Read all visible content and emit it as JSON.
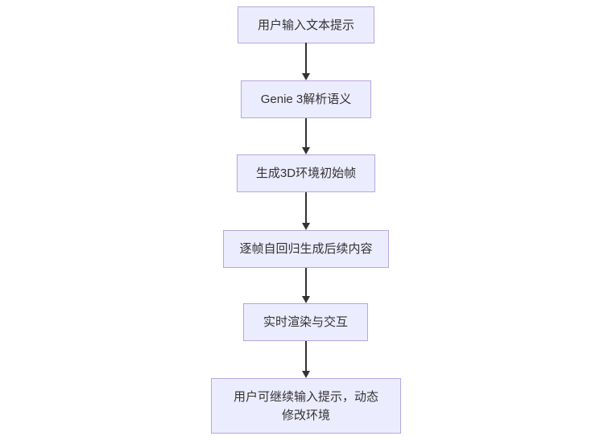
{
  "diagram": {
    "type": "flowchart",
    "direction": "top-down",
    "nodes": [
      {
        "label": "用户输入文本提示",
        "lines": [
          "用户输入文本提示"
        ]
      },
      {
        "label": "Genie 3解析语义",
        "lines": [
          "Genie 3解析语义"
        ]
      },
      {
        "label": "生成3D环境初始帧",
        "lines": [
          "生成3D环境初始帧"
        ]
      },
      {
        "label": "逐帧自回归生成后续内容",
        "lines": [
          "逐帧自回归生成后续内容"
        ]
      },
      {
        "label": "实时渲染与交互",
        "lines": [
          "实时渲染与交互"
        ]
      },
      {
        "label": "用户可继续输入提示，动态修改环境",
        "lines": [
          "用户可继续输入提示，动态",
          "修改环境"
        ]
      }
    ],
    "edges": [
      {
        "from": "用户输入文本提示",
        "to": "Genie 3解析语义"
      },
      {
        "from": "Genie 3解析语义",
        "to": "生成3D环境初始帧"
      },
      {
        "from": "生成3D环境初始帧",
        "to": "逐帧自回归生成后续内容"
      },
      {
        "from": "逐帧自回归生成后续内容",
        "to": "实时渲染与交互"
      },
      {
        "from": "实时渲染与交互",
        "to": "用户可继续输入提示，动态修改环境"
      }
    ],
    "colors": {
      "node_fill": "#ECECFF",
      "node_border": "#B6A6E1",
      "node_text": "#333333",
      "arrow": "#333333",
      "background": "#FFFFFF"
    }
  }
}
